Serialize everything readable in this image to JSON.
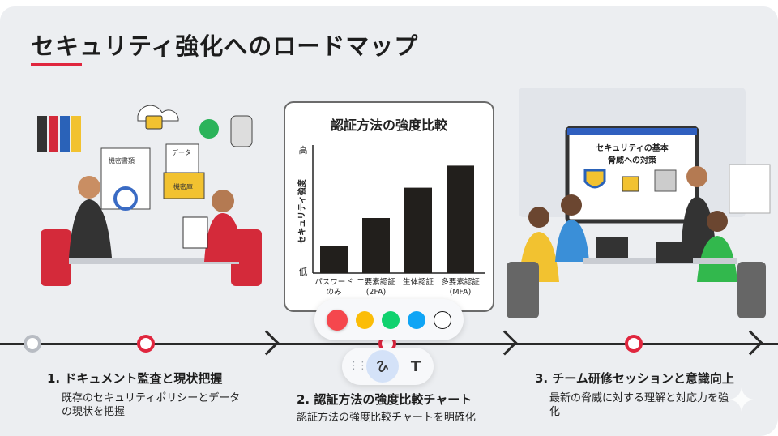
{
  "slide": {
    "title": "セキュリティ強化へのロードマップ",
    "steps": [
      {
        "heading": "1. ドキュメント監査と現状把握",
        "desc": "既存のセキュリティポリシーとデータの現状を把握"
      },
      {
        "heading": "2. 認証方法の強度比較チャート",
        "desc": "認証方法の強度比較チャートを明確化"
      },
      {
        "heading": "3. チーム研修セッションと意識向上",
        "desc": "最新の脅威に対する理解と対応力を強化"
      }
    ],
    "left_illustration": {
      "doc_label": "機密書類",
      "data_label": "データ",
      "folder_label": "機密庫"
    },
    "right_illustration": {
      "screen_line1": "セキュリティの基本",
      "screen_line2": "脅威への対策"
    }
  },
  "chart_data": {
    "type": "bar",
    "title": "認証方法の強度比較",
    "ylabel": "セキュリティ強度",
    "y_high_label": "高",
    "y_low_label": "低",
    "categories": [
      "パスワードのみ",
      "二要素認証(2FA)",
      "生体認証",
      "多要素認証(MFA)"
    ],
    "category_lines": [
      [
        "パスワード",
        "のみ"
      ],
      [
        "二要素認証",
        "(2FA)"
      ],
      [
        "生体認証",
        ""
      ],
      [
        "多要素認証",
        "(MFA)"
      ]
    ],
    "values": [
      2.0,
      4.0,
      6.2,
      7.8
    ],
    "ylim": [
      0,
      10
    ],
    "bar_color": "#221f1c"
  },
  "palette": {
    "colors": [
      {
        "name": "red",
        "hex": "#f5474d"
      },
      {
        "name": "yellow",
        "hex": "#fbbd08"
      },
      {
        "name": "green",
        "hex": "#10d26e"
      },
      {
        "name": "blue",
        "hex": "#10a5f5"
      },
      {
        "name": "white",
        "hex": "#ffffff"
      }
    ],
    "selected": "red"
  },
  "tools": {
    "pen_icon": "freehand-pen-icon",
    "text_label": "T",
    "grip_icon": "drag-handle-icon"
  }
}
